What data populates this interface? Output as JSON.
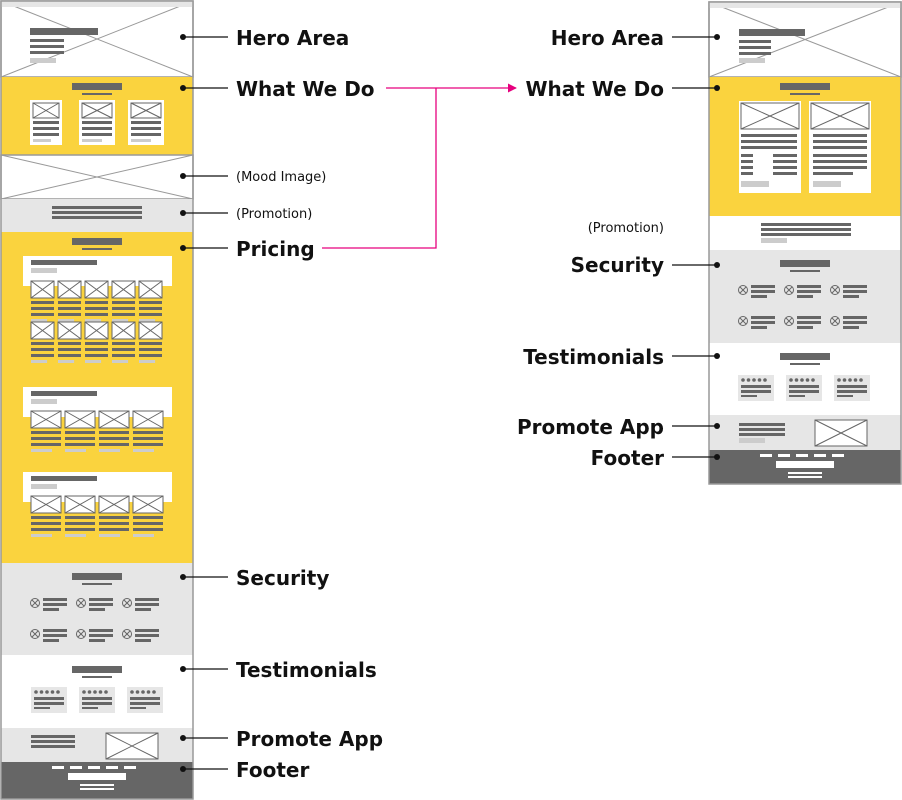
{
  "colors": {
    "yellow": "#fad33e",
    "gray_section": "#e6e6e6",
    "block": "#666666",
    "light_block": "#cccccc",
    "footer": "#666666",
    "arrow": "#e6007e",
    "text": "#111111"
  },
  "left_labels": {
    "hero": "Hero Area",
    "what_we_do": "What We Do",
    "mood": "(Mood Image)",
    "promotion": "(Promotion)",
    "pricing": "Pricing",
    "security": "Security",
    "testimonials": "Testimonials",
    "promote_app": "Promote App",
    "footer": "Footer"
  },
  "right_labels": {
    "hero": "Hero Area",
    "what_we_do": "What We Do",
    "promotion": "(Promotion)",
    "security": "Security",
    "testimonials": "Testimonials",
    "promote_app": "Promote App",
    "footer": "Footer"
  }
}
